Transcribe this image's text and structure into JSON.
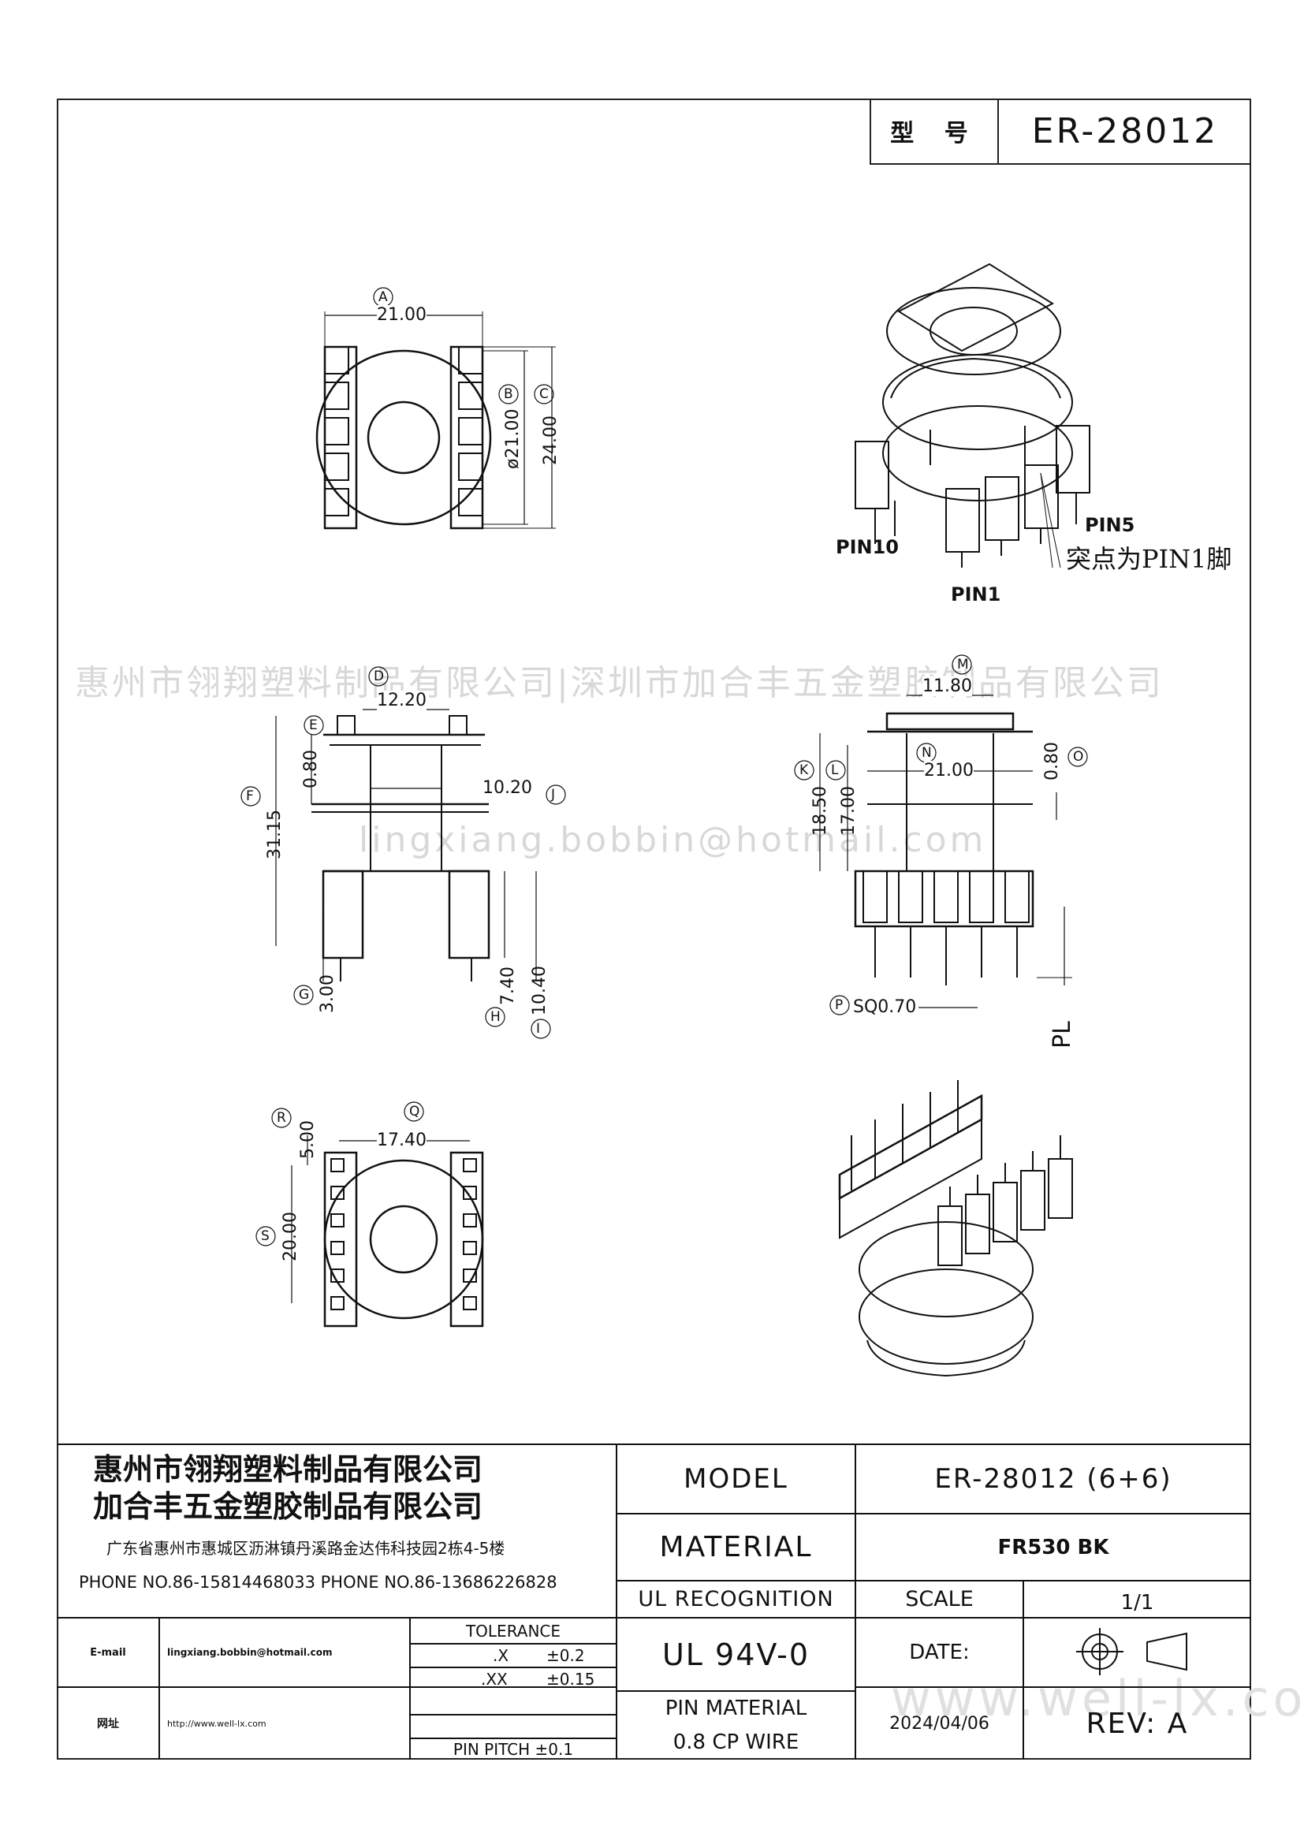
{
  "header": {
    "model_label": "型 号",
    "model_value": "ER-28012"
  },
  "watermark": {
    "company": "惠州市翎翔塑料制品有限公司|深圳市加合丰五金塑胶制品有限公司",
    "email": "lingxiang.bobbin@hotmail.com",
    "site": "www.well-lx.com"
  },
  "views": {
    "top": {
      "A": "21.00",
      "B": "ø21.00",
      "C": "24.00",
      "circ_A": "A",
      "circ_B": "B",
      "circ_C": "C"
    },
    "iso": {
      "pin10": "PIN10",
      "pin5": "PIN5",
      "pin1": "PIN1",
      "note": "突点为PIN1脚"
    },
    "front": {
      "D": "12.20",
      "E": "0.80",
      "J": "10.20",
      "F": "31.15",
      "G": "3.00",
      "H": "7.40",
      "I": "10.40",
      "circ_D": "D",
      "circ_E": "E",
      "circ_F": "F",
      "circ_G": "G",
      "circ_H": "H",
      "circ_I": "I",
      "circ_J": "J"
    },
    "side": {
      "M": "11.80",
      "N": "21.00",
      "K": "18.50",
      "L": "17.00",
      "O": "0.80",
      "P": "SQ0.70",
      "PL": "PL",
      "circ_M": "M",
      "circ_N": "N",
      "circ_K": "K",
      "circ_L": "L",
      "circ_O": "O",
      "circ_P": "P"
    },
    "bottom": {
      "R": "5.00",
      "Q": "17.40",
      "S": "20.00",
      "circ_R": "R",
      "circ_Q": "Q",
      "circ_S": "S"
    }
  },
  "title_block": {
    "company1": "惠州市翎翔塑料制品有限公司",
    "company2": "加合丰五金塑胶制品有限公司",
    "address": "广东省惠州市惠城区沥淋镇丹溪路金达伟科技园2栋4-5楼",
    "phones": "PHONE NO.86-15814468033   PHONE NO.86-13686226828",
    "email_label": "E-mail",
    "email_value": "lingxiang.bobbin@hotmail.com",
    "web_label": "网址",
    "web_value": "http://www.well-lx.com",
    "tolerance_label": "TOLERANCE",
    "tol_x": ".X",
    "tol_x_val": "±0.2",
    "tol_xx": ".XX",
    "tol_xx_val": "±0.15",
    "pin_pitch": "PIN PITCH ±0.1",
    "model_label": "MODEL",
    "model_value": "ER-28012 (6+6)",
    "material_label": "MATERIAL",
    "material_value": "FR530  BK",
    "ul_label": "UL RECOGNITION",
    "ul_value": "UL 94V-0",
    "scale_label": "SCALE",
    "scale_value": "1/1",
    "date_label": "DATE:",
    "date_value": "2024/04/06",
    "pin_material": "PIN  MATERIAL",
    "pin_material_value": "0.8  CP WIRE",
    "rev": "REV: A"
  }
}
